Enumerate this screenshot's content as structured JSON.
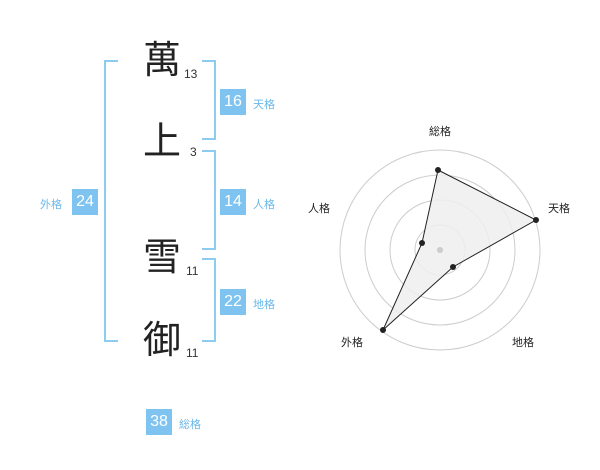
{
  "name_chars": [
    {
      "char": "萬",
      "strokes": "13"
    },
    {
      "char": "上",
      "strokes": "3"
    },
    {
      "char": "雪",
      "strokes": "11"
    },
    {
      "char": "御",
      "strokes": "11"
    }
  ],
  "scores": {
    "tenkaku": {
      "value": "16",
      "label": "天格"
    },
    "jinkaku": {
      "value": "14",
      "label": "人格"
    },
    "chikaku": {
      "value": "22",
      "label": "地格"
    },
    "gaikaku": {
      "value": "24",
      "label": "外格"
    },
    "soukaku": {
      "value": "38",
      "label": "総格"
    }
  },
  "radar": {
    "labels": {
      "top": "総格",
      "right": "天格",
      "bottom_right": "地格",
      "bottom_left": "外格",
      "left": "人格"
    },
    "rings": 4
  },
  "colors": {
    "accent": "#7fc4f1",
    "bracket": "#8ecbf0",
    "label": "#6bb8e8"
  }
}
